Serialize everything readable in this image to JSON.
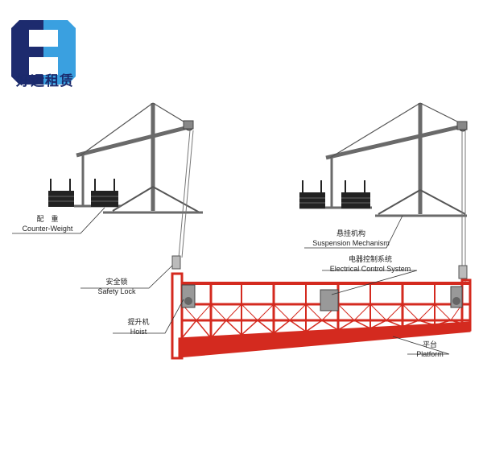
{
  "brand": {
    "logo_letter": "H",
    "name": "好运租赁",
    "colors": {
      "dark": "#1d2b6e",
      "light": "#3aa0e0"
    }
  },
  "labels": {
    "counter_weight": {
      "zh": "配　重",
      "en": "Counter-Weight"
    },
    "suspension_mechanism": {
      "zh": "悬挂机构",
      "en": "Suspension Mechanism"
    },
    "electrical_control": {
      "zh": "电器控制系统",
      "en": "Electrical Control System"
    },
    "safety_lock": {
      "zh": "安全锁",
      "en": "Safety Lock"
    },
    "hoist": {
      "zh": "提升机",
      "en": "Hoist"
    },
    "platform": {
      "zh": "平台",
      "en": "Platform"
    }
  },
  "colors": {
    "platform": "#d42a1f",
    "steel": "#555555",
    "weight": "#222222"
  }
}
